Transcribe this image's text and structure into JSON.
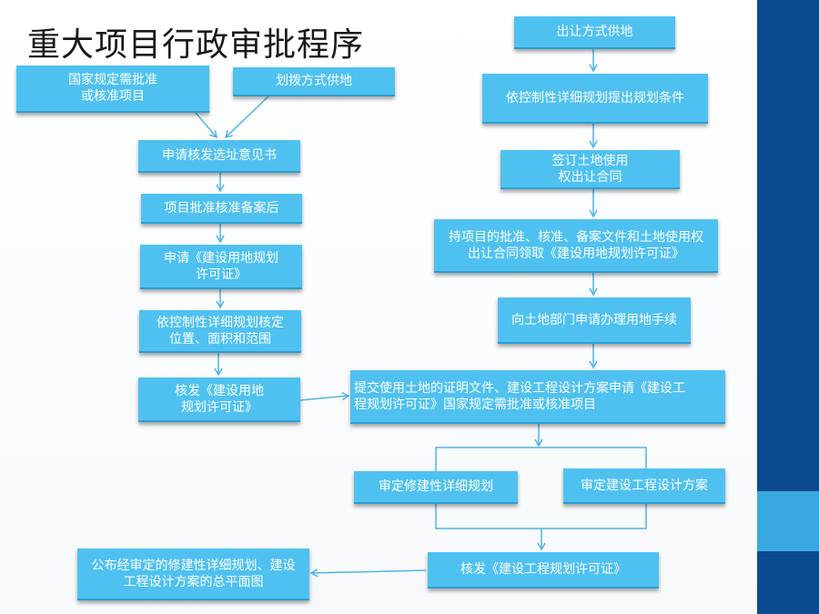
{
  "title": "重大项目行政审批程序",
  "colors": {
    "box_fill": "#4fc1f0",
    "arrow": "#4fb4e6",
    "side_band": "#0b4a8f",
    "side_accent": "#3aa8e0"
  },
  "left": {
    "national_projects": "国家规定需批准\n或核准项目",
    "allocation_supply": "划拨方式供地",
    "apply_site_opinion": "申请核发选址意见书",
    "after_approval_record": "项目批准核准备案后",
    "apply_land_permit": "申请《建设用地规划\n许可证》",
    "determine_by_plan": "依控制性详细规划核定\n位置、面积和范围",
    "issue_land_permit": "核发《建设用地\n规划许可证》"
  },
  "right": {
    "transfer_supply": "出让方式供地",
    "propose_conditions": "依控制性详细规划提出规划条件",
    "sign_contract": "签订土地使用\n权出让合同",
    "obtain_permit": "持项目的批准、核准、备案文件和土地使用权\n出让合同领取《建设用地规划许可证》",
    "land_procedures": "向土地部门申请办理用地手续",
    "submit_documents": "提交使用土地的证明文件、建设工程设计方案申请《建设工\n程规划许可证》国家规定需批准或核准项目",
    "review_plan": "审定修建性详细规划",
    "review_design": "审定建设工程设计方案",
    "issue_engineering_permit": "核发《建设工程规划许可证》",
    "publish_plan": "公布经审定的修建性详细规划、建设\n工程设计方案的总平面图"
  }
}
